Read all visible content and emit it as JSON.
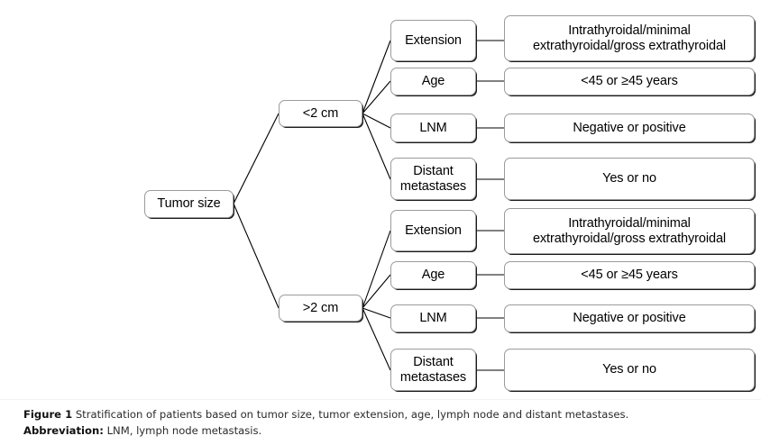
{
  "figure": {
    "title": "Stratification of patients based on tumor size, tumor extension, age, lymph node and distant metastases",
    "root": {
      "label": "Tumor size"
    },
    "branches": [
      {
        "id": "lt2",
        "label": "<2 cm",
        "factors": [
          {
            "name": "Extension",
            "values": "Intrathyroidal/minimal\nextrathyroidal/gross extrathyroidal"
          },
          {
            "name": "Age",
            "values": "<45 or ≥45 years"
          },
          {
            "name": "LNM",
            "values": "Negative or positive"
          },
          {
            "name": "Distant\nmetastases",
            "values": "Yes or no"
          }
        ]
      },
      {
        "id": "gt2",
        "label": ">2 cm",
        "factors": [
          {
            "name": "Extension",
            "values": "Intrathyroidal/minimal\nextrathyroidal/gross extrathyroidal"
          },
          {
            "name": "Age",
            "values": "<45 or ≥45 years"
          },
          {
            "name": "LNM",
            "values": "Negative or positive"
          },
          {
            "name": "Distant\nmetastases",
            "values": "Yes or no"
          }
        ]
      }
    ]
  },
  "caption": {
    "figure_lead": "Figure 1",
    "figure_text": " Stratification of patients based on tumor size, tumor extension, age, lymph node and distant metastases.",
    "abbrev_lead": "Abbreviation:",
    "abbrev_text": " LNM, lymph node metastasis."
  },
  "colors": {
    "box_border": "#9b9b9b",
    "box_shadow": "#1a1a1a",
    "connector": "#000000",
    "text": "#000000",
    "caption_text": "#2b2b2b",
    "background": "#ffffff"
  }
}
